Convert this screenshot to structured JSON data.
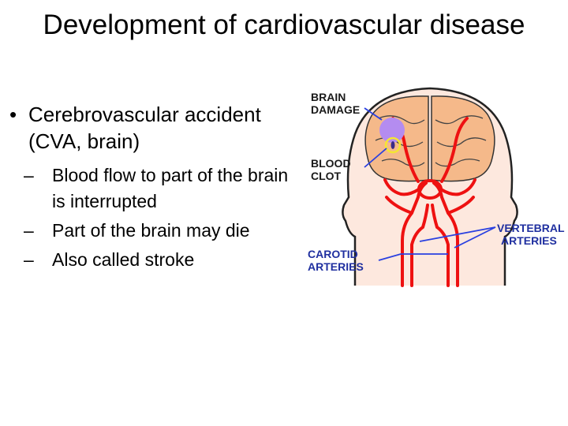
{
  "slide": {
    "title": "Development of cardiovascular disease",
    "bullet": "Cerebrovascular accident (CVA, brain)",
    "sub_bullets": [
      "Blood flow to part of the brain is interrupted",
      "Part of the brain may die",
      "Also called stroke"
    ]
  },
  "figure": {
    "labels": {
      "brain_damage": [
        "BRAIN",
        "DAMAGE"
      ],
      "blood_clot": [
        "BLOOD",
        "CLOT"
      ],
      "carotid_arteries": [
        "CAROTID",
        "ARTERIES"
      ],
      "vertebral_arteries": [
        "VERTEBRAL",
        "ARTERIES"
      ]
    },
    "colors": {
      "brain": "#f5b98a",
      "skin": "#fde8de",
      "artery": "#ee1111",
      "damage": "#b48cf0",
      "clot_outline": "#f5e632",
      "label": "#1a1a1a",
      "label_blue": "#2030a0",
      "pointer": "#2a40e0"
    },
    "icon": "brain-anatomy-figure"
  }
}
